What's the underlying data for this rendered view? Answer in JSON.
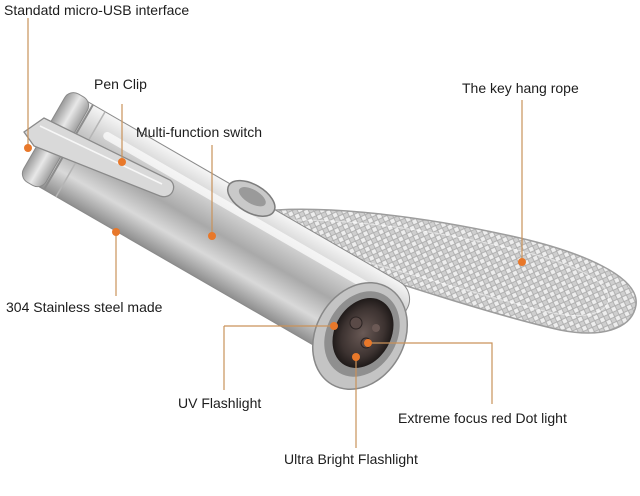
{
  "labels": {
    "usb": "Standatd micro-USB interface",
    "pen_clip": "Pen Clip",
    "switch": "Multi-function switch",
    "rope": "The key hang rope",
    "steel": "304 Stainless steel made",
    "uv": "UV Flashlight",
    "red_dot": "Extreme focus red Dot light",
    "bright": "Ultra Bright Flashlight"
  },
  "colors": {
    "marker": "#e8782a",
    "leader_line": "#c9925a",
    "text": "#1c1c1c"
  }
}
